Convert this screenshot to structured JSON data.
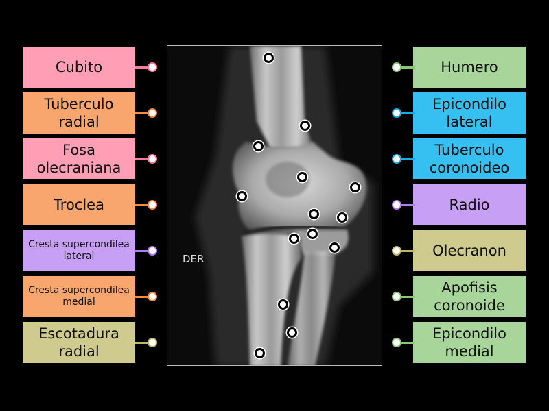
{
  "left_labels": [
    {
      "text": "Cubito",
      "color": "#ff9eb4",
      "pin": "#ff7a9c"
    },
    {
      "text": "Tuberculo radial",
      "color": "#f9a56e",
      "pin": "#f48a45"
    },
    {
      "text": "Fosa olecraniana",
      "color": "#ff9eb4",
      "pin": "#ff7a9c"
    },
    {
      "text": "Troclea",
      "color": "#f9a56e",
      "pin": "#f48a45"
    },
    {
      "text": "Cresta supercondilea lateral",
      "color": "#c7a0f6",
      "pin": "#b07ef2"
    },
    {
      "text": "Cresta supercondilea medial",
      "color": "#f9a56e",
      "pin": "#f48a45"
    },
    {
      "text": "Escotadura radial",
      "color": "#cfcb8e",
      "pin": "#bdb86c"
    }
  ],
  "right_labels": [
    {
      "text": "Humero",
      "color": "#a8d59a",
      "pin": "#8cc67b"
    },
    {
      "text": "Epicondilo lateral",
      "color": "#36c0f2",
      "pin": "#1aaee6"
    },
    {
      "text": "Tuberculo coronoideo",
      "color": "#36c0f2",
      "pin": "#1aaee6"
    },
    {
      "text": "Radio",
      "color": "#c7a0f6",
      "pin": "#b07ef2"
    },
    {
      "text": "Olecranon",
      "color": "#cfcb8e",
      "pin": "#bdb86c"
    },
    {
      "text": "Apofisis coronoide",
      "color": "#a8d59a",
      "pin": "#8cc67b"
    },
    {
      "text": "Epicondilo medial",
      "color": "#a8d59a",
      "pin": "#8cc67b"
    }
  ],
  "xray": {
    "side_marker": "DER"
  }
}
